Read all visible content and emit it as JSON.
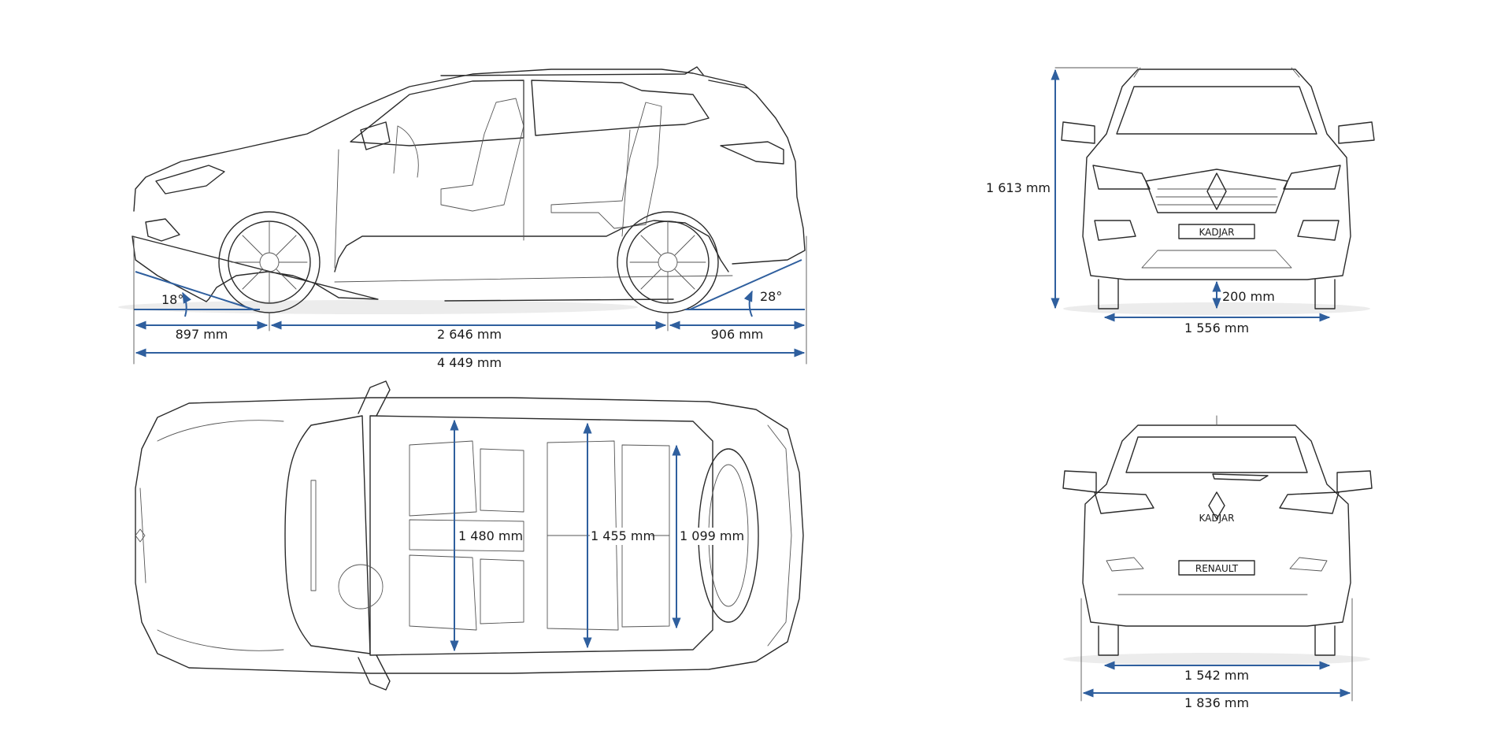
{
  "side_view": {
    "approach_angle": "18°",
    "departure_angle": "28°",
    "front_overhang": "897 mm",
    "wheelbase": "2 646 mm",
    "rear_overhang": "906 mm",
    "overall_length": "4 449 mm"
  },
  "top_view": {
    "front_elbow_width": "1 480 mm",
    "rear_elbow_width": "1 455 mm",
    "boot_width": "1 099 mm"
  },
  "front_view": {
    "height": "1 613 mm",
    "ground_clearance": "200 mm",
    "front_track": "1 556 mm",
    "plate_text": "KADJAR"
  },
  "rear_view": {
    "rear_track": "1 542 mm",
    "overall_width": "1 836 mm",
    "badge_text": "KADJAR",
    "plate_text": "RENAULT"
  },
  "colors": {
    "dimension_lines": "#2f5f9e",
    "outline": "#2b2b2b"
  }
}
